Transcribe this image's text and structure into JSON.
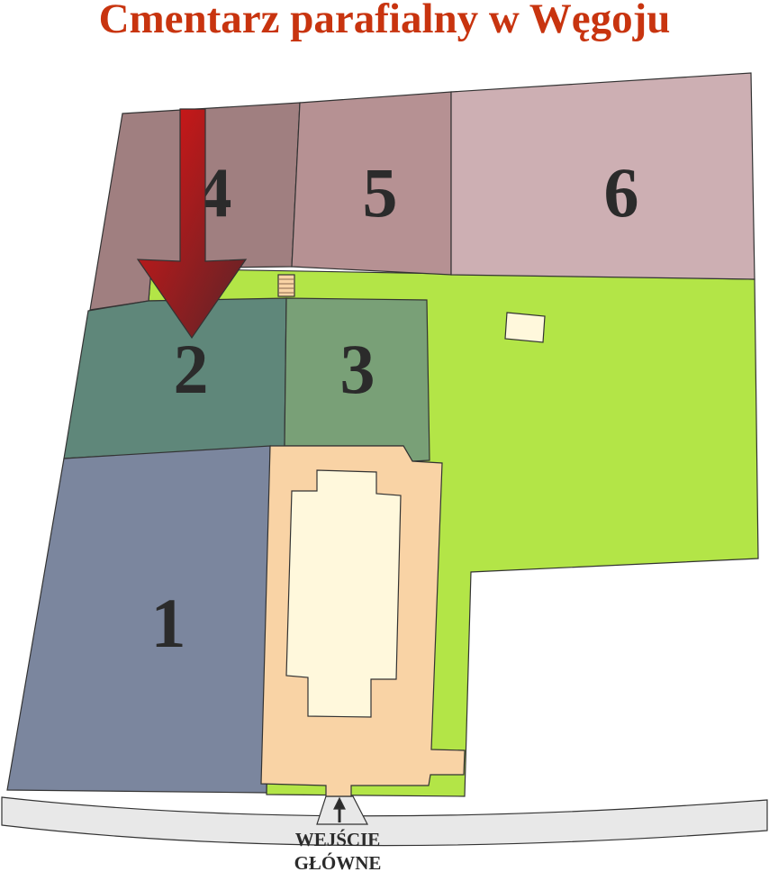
{
  "title": "Cmentarz parafialny w Węgoju",
  "sections": [
    "1",
    "2",
    "3",
    "4",
    "5",
    "6"
  ],
  "entrance": {
    "line1": "WEJŚCIE",
    "line2": "GŁÓWNE"
  },
  "colors": {
    "title": "#c8340f",
    "section_1": "#7b869e",
    "section_2": "#5f877a",
    "section_3": "#79a077",
    "section_4": "#a07f80",
    "section_5": "#b69193",
    "section_6": "#cdafb3",
    "grass": "#b3e547",
    "church_yard": "#f9d3a5",
    "church": "#fff8dc",
    "road": "#e8e8e8",
    "arrow": "#c81a1a"
  }
}
